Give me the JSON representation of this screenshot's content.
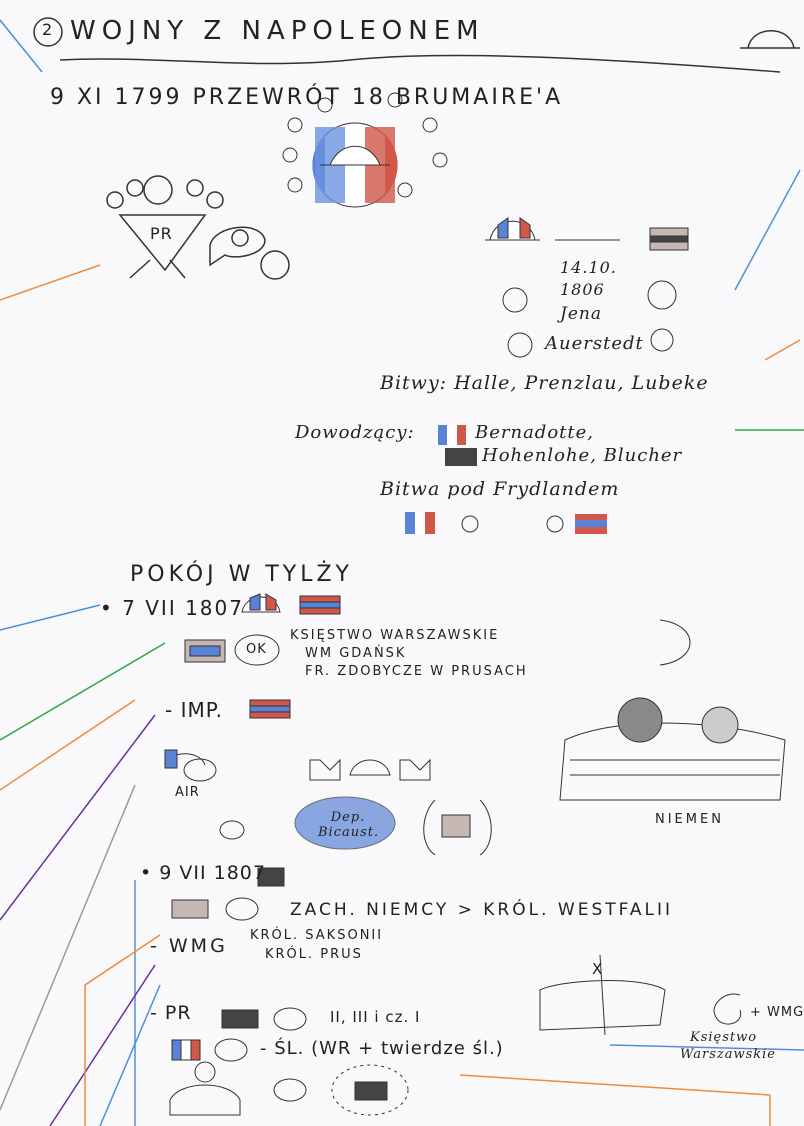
{
  "title": {
    "number": "2",
    "text": "WOJNY Z NAPOLEONEM"
  },
  "coup": {
    "date": "9 XI 1799",
    "text": "PRZEWRÓT 18 BRUMAIRE'A"
  },
  "pr_label": "PR",
  "jena": {
    "date1": "14.10.",
    "date2": "1806",
    "place": "Jena",
    "place2": "Auerstedt"
  },
  "battles_label": "Bitwy: Halle, Prenzlau, Lubeke",
  "commanders": {
    "label": "Dowodzący:",
    "fr": "Bernadotte,",
    "pr": "Hohenlohe, Blucher"
  },
  "friedland": "Bitwa pod Frydlandem",
  "peace_title": "POKÓJ W TYLŻY",
  "peace_date": "• 7 VII 1807",
  "ok_label": "OK",
  "peace_items": [
    "KSIĘSTWO WARSZAWSKIE",
    "WM GDAŃSK",
    "FR. ZDOBYCZE W PRUSACH"
  ],
  "imp_label": "- IMP.",
  "air_label": "AIR",
  "dep_label": "Dep. Bicaust.",
  "niemen_label": "NIEMEN",
  "date2": "• 9 VII 1807",
  "treaty2": [
    "ZACH. NIEMCY > KRÓL. WESTFALII",
    "- WMG",
    "KRÓL. SAKSONII",
    "KRÓL. PRUS",
    "- PR",
    "II, III i cz. I",
    "- ŚL. (WR + twierdze śl.)"
  ],
  "map_label": {
    "x": "X",
    "ks1": "Księstwo",
    "ks2": "Warszawskie",
    "plus": "+ WMG"
  },
  "colors": {
    "fr_blue": "#5a83d6",
    "fr_red": "#d0584a",
    "arrow_blue": "#4f8fd8",
    "arrow_orange": "#f08a3c",
    "arrow_green": "#2aa84a",
    "arrow_purple": "#6a2fa0",
    "arrow_gray": "#9a9a9a"
  }
}
